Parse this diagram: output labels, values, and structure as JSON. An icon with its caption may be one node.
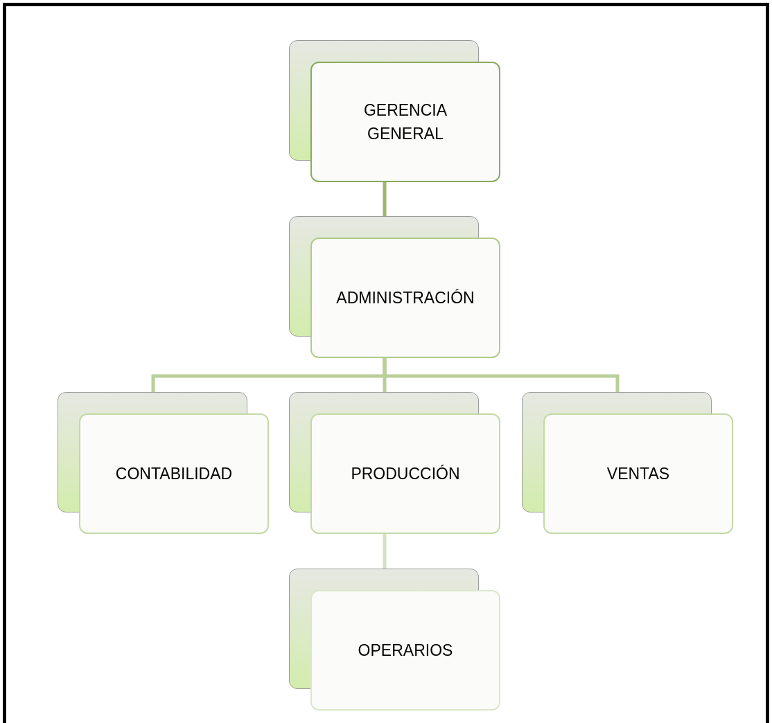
{
  "diagram": {
    "nodes": [
      {
        "text": [
          "GERENCIA GENERAL"
        ]
      },
      {
        "text": [
          "ADMINISTRACIÓN"
        ]
      },
      {
        "text": [
          "CONTABILIDAD"
        ]
      },
      {
        "text": [
          "PRODUCCIÓN"
        ]
      },
      {
        "text": [
          "VENTAS"
        ]
      },
      {
        "text": [
          "OPERARIOS"
        ]
      }
    ],
    "edges": [
      {
        "from": 0,
        "to": 1,
        "arrow": "none",
        "color": "#9bb86a"
      },
      {
        "from": 1,
        "to": 2,
        "arrow": "none"
      },
      {
        "from": 1,
        "to": 3,
        "arrow": "none"
      },
      {
        "from": 1,
        "to": 4,
        "arrow": "none"
      },
      {
        "from": 3,
        "to": 5,
        "arrow": "none",
        "color": "#d3e2bf"
      }
    ]
  }
}
